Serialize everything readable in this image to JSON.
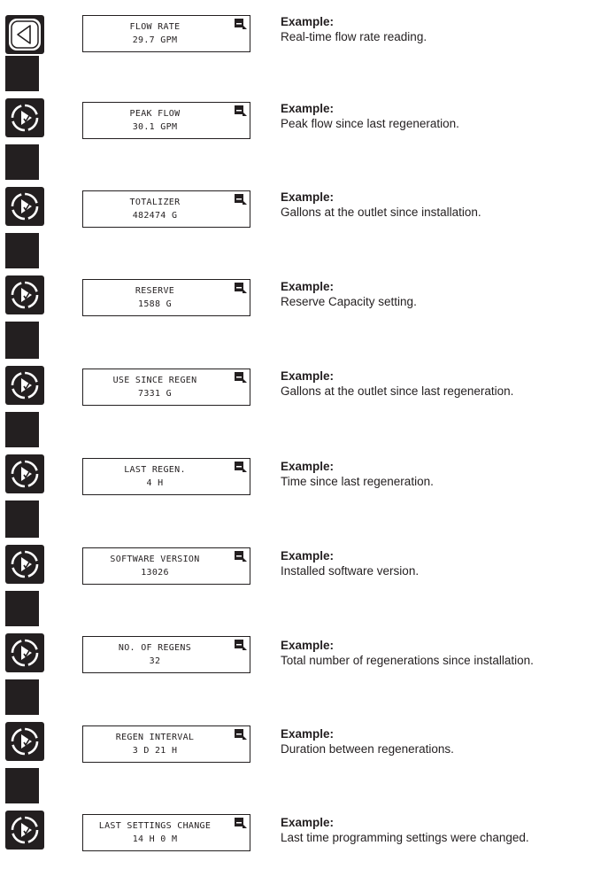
{
  "buttons": {
    "first": {
      "icon": "back-arrow-icon"
    },
    "rest": {
      "icon": "cycle-next-icon"
    }
  },
  "rows": [
    {
      "line1": "FLOW RATE",
      "line2": "29.7 GPM",
      "heading": "Example:",
      "description": "Real-time flow rate reading."
    },
    {
      "line1": "PEAK FLOW",
      "line2": "30.1 GPM",
      "heading": "Example:",
      "description": "Peak flow since last regeneration."
    },
    {
      "line1": "TOTALIZER",
      "line2": "482474 G",
      "heading": "Example:",
      "description": "Gallons at the outlet since installation."
    },
    {
      "line1": "RESERVE",
      "line2": "1588 G",
      "heading": "Example:",
      "description": "Reserve Capacity setting."
    },
    {
      "line1": "USE SINCE REGEN",
      "line2": "7331 G",
      "heading": "Example:",
      "description": "Gallons at the outlet since last regeneration."
    },
    {
      "line1": "LAST REGEN.",
      "line2": "4 H",
      "heading": "Example:",
      "description": "Time since last regeneration."
    },
    {
      "line1": "SOFTWARE VERSION",
      "line2": "13026",
      "heading": "Example:",
      "description": "Installed software version."
    },
    {
      "line1": "NO. OF REGENS",
      "line2": "32",
      "heading": "Example:",
      "description": "Total number of regenerations since installation."
    },
    {
      "line1": "REGEN INTERVAL",
      "line2": "3 D 21 H",
      "heading": "Example:",
      "description": "Duration between regenerations."
    },
    {
      "line1": "LAST SETTINGS CHANGE",
      "line2": "14 H 0 M",
      "heading": "Example:",
      "description": "Last time programming settings were changed."
    }
  ],
  "colors": {
    "ink": "#231f20",
    "background": "#ffffff"
  }
}
